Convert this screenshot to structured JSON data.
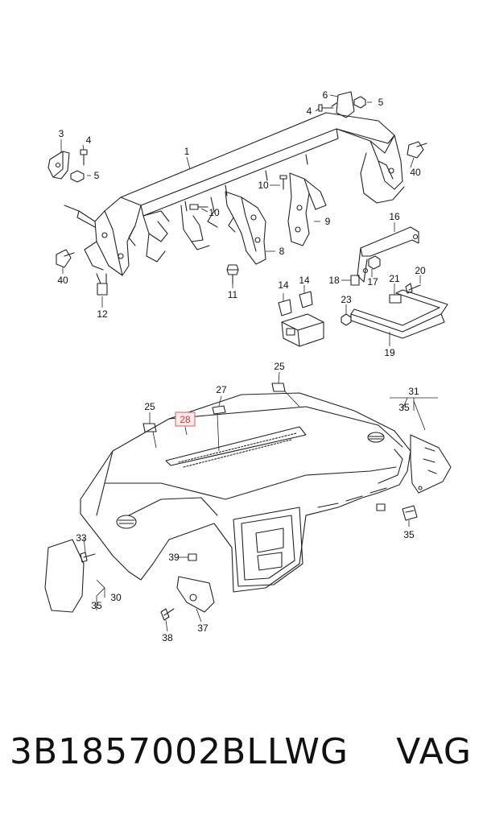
{
  "caption": {
    "part_number": "3B1857002BLLWG",
    "brand": "VAG"
  },
  "callouts": {
    "c1": "1",
    "c3": "3",
    "c4a": "4",
    "c4b": "4",
    "c5a": "5",
    "c5b": "5",
    "c6": "6",
    "c8": "8",
    "c9": "9",
    "c10a": "10",
    "c10b": "10",
    "c11": "11",
    "c12": "12",
    "c14a": "14",
    "c14b": "14",
    "c16": "16",
    "c17": "17",
    "c18": "18",
    "c19": "19",
    "c20": "20",
    "c21": "21",
    "c23": "23",
    "c25a": "25",
    "c25b": "25",
    "c27": "27",
    "c28": "28",
    "c30": "30",
    "c31": "31",
    "c33": "33",
    "c35a": "35",
    "c35b": "35",
    "c35c": "35",
    "c37": "37",
    "c38": "38",
    "c39": "39",
    "c40a": "40",
    "c40b": "40"
  },
  "highlighted_callout": "28"
}
